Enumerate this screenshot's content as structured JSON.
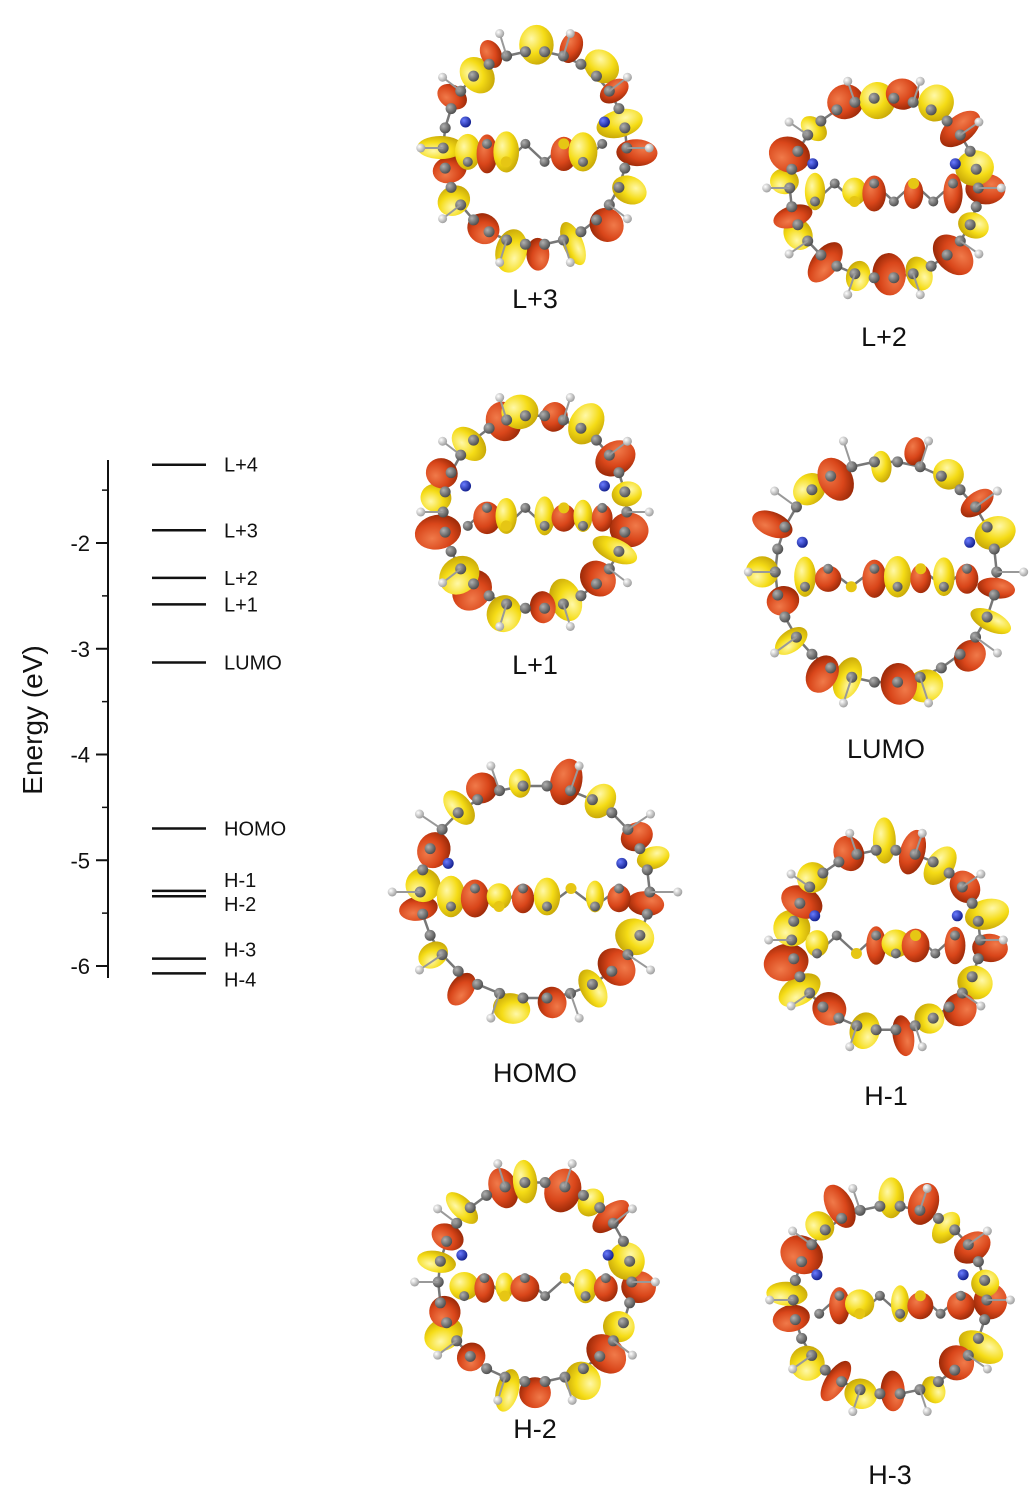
{
  "chart_data": {
    "type": "energy-level-diagram",
    "ylabel": "Energy (eV)",
    "ylim": [
      -6.1,
      -1.2
    ],
    "yticks": [
      "-2",
      "-3",
      "-4",
      "-5",
      "-6"
    ],
    "ytick_values": [
      -2,
      -3,
      -4,
      -5,
      -6
    ],
    "levels": [
      {
        "label": "L+4",
        "energy": -1.26
      },
      {
        "label": "L+3",
        "energy": -1.88
      },
      {
        "label": "L+2",
        "energy": -2.33
      },
      {
        "label": "L+1",
        "energy": -2.58
      },
      {
        "label": "LUMO",
        "energy": -3.13
      },
      {
        "label": "HOMO",
        "energy": -4.7
      },
      {
        "label": "H-1",
        "energy": -5.29
      },
      {
        "label": "H-2",
        "energy": -5.34
      },
      {
        "label": "H-3",
        "energy": -5.93
      },
      {
        "label": "H-4",
        "energy": -6.07
      }
    ]
  },
  "orbitals": [
    {
      "label": "L+3"
    },
    {
      "label": "L+2"
    },
    {
      "label": "L+1"
    },
    {
      "label": "LUMO"
    },
    {
      "label": "HOMO"
    },
    {
      "label": "H-1"
    },
    {
      "label": "H-2"
    },
    {
      "label": "H-3"
    }
  ],
  "colors": {
    "lobe_positive": "#d9461a",
    "lobe_negative": "#f5dc16",
    "carbon": "#6e6e6e",
    "hydrogen": "#d4d4d4",
    "nitrogen": "#1c2fc4",
    "sulfur": "#e6c614"
  }
}
